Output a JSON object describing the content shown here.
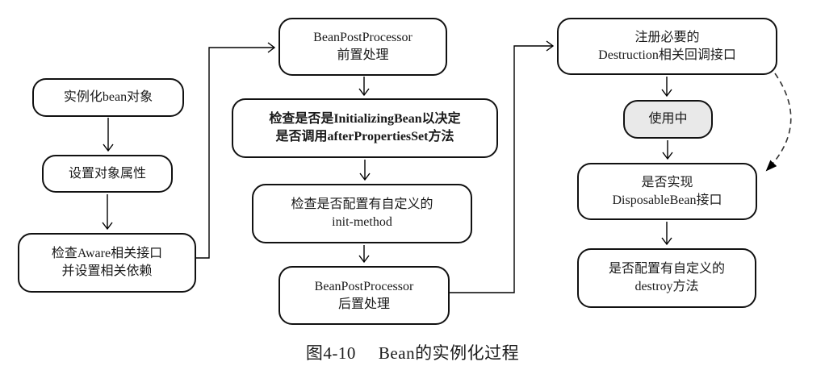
{
  "figure": {
    "caption_number": "图4-10",
    "caption_title": "Bean的实例化过程"
  },
  "colors": {
    "box_fill": "#ffffff",
    "box_border": "#111111",
    "in_use_fill": "#e9e9e9",
    "text": "#1a1a1a",
    "connector": "#000000",
    "dashed_connector": "#333333"
  },
  "nodes": {
    "instantiate_bean": {
      "lines": [
        "实例化bean对象"
      ]
    },
    "set_properties": {
      "lines": [
        "设置对象属性"
      ]
    },
    "check_aware": {
      "lines": [
        "检查Aware相关接口",
        "并设置相关依赖"
      ]
    },
    "bpp_before": {
      "lines": [
        "BeanPostProcessor",
        "前置处理"
      ]
    },
    "check_initializing_bean": {
      "lines": [
        "检查是否是InitializingBean以决定",
        "是否调用afterPropertiesSet方法"
      ]
    },
    "check_init_method": {
      "lines": [
        "检查是否配置有自定义的",
        "init-method"
      ]
    },
    "bpp_after": {
      "lines": [
        "BeanPostProcessor",
        "后置处理"
      ]
    },
    "register_destruction": {
      "lines": [
        "注册必要的",
        "Destruction相关回调接口"
      ]
    },
    "in_use": {
      "lines": [
        "使用中"
      ]
    },
    "check_disposable": {
      "lines": [
        "是否实现",
        "DisposableBean接口"
      ]
    },
    "check_destroy": {
      "lines": [
        "是否配置有自定义的",
        "destroy方法"
      ]
    }
  }
}
